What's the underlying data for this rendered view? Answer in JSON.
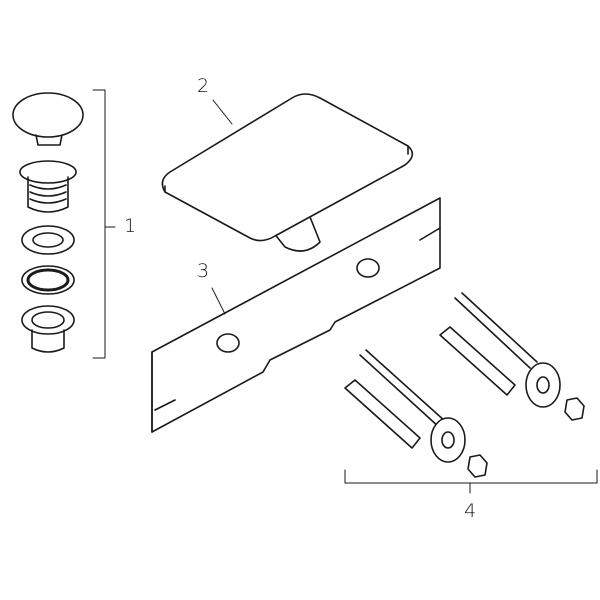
{
  "labels": {
    "part_1": "1",
    "part_2": "2",
    "part_3": "3",
    "part_4": "4"
  },
  "colors": {
    "line": "#1a1a1a",
    "background": "#ffffff"
  }
}
